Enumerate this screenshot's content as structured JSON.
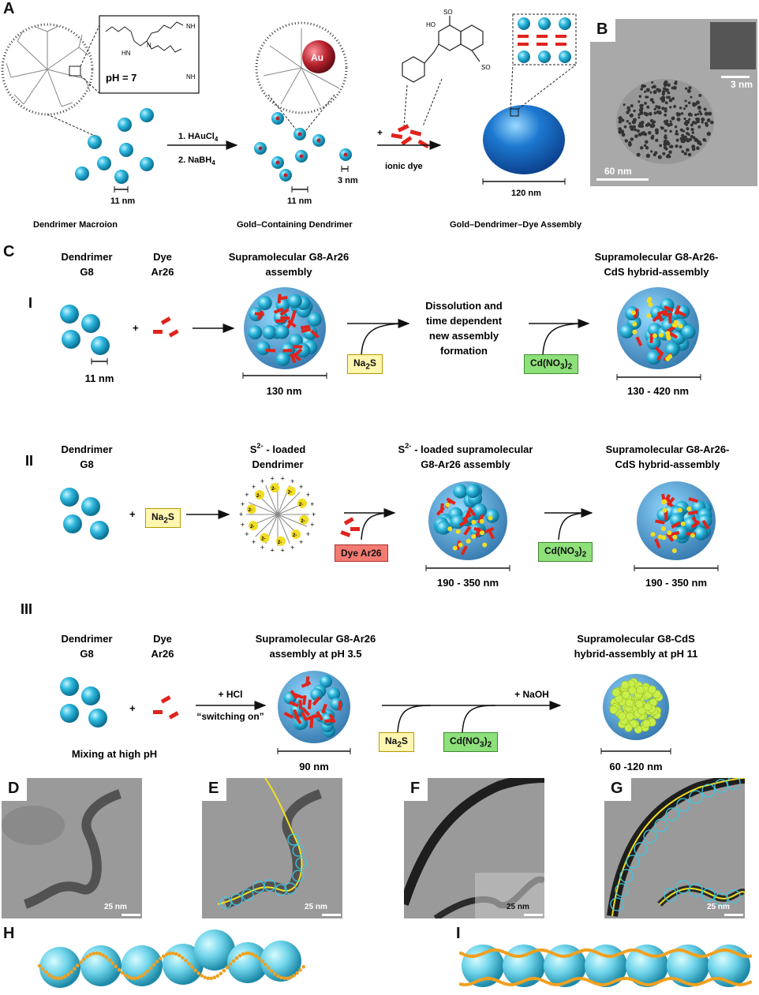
{
  "panels": {
    "A": "A",
    "B": "B",
    "C": "C",
    "D": "D",
    "E": "E",
    "F": "F",
    "G": "G",
    "H": "H",
    "I": "I"
  },
  "panelA": {
    "ph": "pH = 7",
    "size11a": "11 nm",
    "size11b": "11 nm",
    "size3": "3 nm",
    "size120": "120 nm",
    "step1": "1. HAuCl",
    "step2": "2. NaBH",
    "sub4": "4",
    "au": "Au",
    "plus": "+",
    "ionic_dye": "ionic dye",
    "caption1": "Dendrimer Macroion",
    "caption2": "Gold–Containing  Dendrimer",
    "caption3": "Gold–Dendrimer–Dye Assembly"
  },
  "panelB": {
    "scale1": "60 nm",
    "scale2": "3 nm"
  },
  "rowI": {
    "roman": "I",
    "dendrimer": "Dendrimer",
    "g8": "G8",
    "dye": "Dye",
    "ar26": "Ar26",
    "plus": "+",
    "title_assembly_1": "Supramolecular G8-Ar26",
    "title_assembly_2": "assembly",
    "diss_1": "Dissolution and",
    "diss_2": "time dependent",
    "diss_3": "new assembly",
    "diss_4": "formation",
    "title_hybrid_1": "Supramolecular G8-Ar26-",
    "title_hybrid_2": "CdS hybrid-assembly",
    "size11": "11 nm",
    "size130": "130 nm",
    "size_range": "130 - 420 nm",
    "na2s": "Na",
    "cd": "Cd(NO",
    "sub2": "2",
    "sub3": "3",
    "paren": ")",
    "sub2b": "2"
  },
  "rowII": {
    "roman": "II",
    "dendrimer": "Dendrimer",
    "g8": "G8",
    "plus": "+",
    "na2s": "Na",
    "sub2": "2",
    "s": "S",
    "s2_title_1": "- loaded",
    "s2_title_2": "Dendrimer",
    "s2": "S",
    "sup2m": "2-",
    "loaded_title_1": "- loaded supramolecular",
    "loaded_title_2": "G8-Ar26 assembly",
    "hybrid_1": "Supramolecular G8-Ar26-",
    "hybrid_2": "CdS hybrid-assembly",
    "dye_ar26": "Dye Ar26",
    "cd": "Cd(NO",
    "sub3": "3",
    "paren": ")",
    "sub2b": "2",
    "size_a": "190 - 350 nm",
    "size_b": "190 - 350 nm",
    "charge": "2-"
  },
  "rowIII": {
    "roman": "III",
    "dendrimer": "Dendrimer",
    "g8": "G8",
    "dye": "Dye",
    "ar26": "Ar26",
    "plus": "+",
    "hcl": "+ HCl",
    "switching": "“switching on”",
    "title_1": "Supramolecular G8-Ar26",
    "title_2": "assembly at pH 3.5",
    "title_h1": "Supramolecular G8-CdS",
    "title_h2": "hybrid-assembly at pH 11",
    "naoh": "+ NaOH",
    "mixing": "Mixing at high pH",
    "size90": "90 nm",
    "size60": "60 -120 nm",
    "na2s": "Na",
    "sub2": "2",
    "s": "S",
    "cd": "Cd(NO",
    "sub3": "3",
    "paren": ")",
    "sub2b": "2"
  },
  "micrographs": {
    "scale": "25 nm"
  },
  "colors": {
    "sphere": "#28b4d8",
    "dye": "#e0241c",
    "sulfide": "#f2dc24",
    "cds": "#c8ee4a",
    "gold": "#b8222e",
    "outline_yellow": "#f0e020",
    "outline_cyan": "#3ec6e0"
  }
}
